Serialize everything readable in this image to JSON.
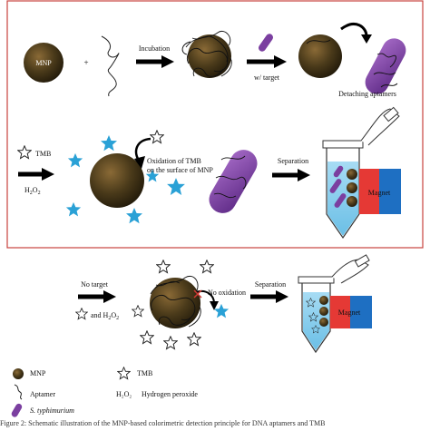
{
  "labels": {
    "mnp": "MNP",
    "plus": "+",
    "incubation": "Incubation",
    "with_target": "w/ target",
    "detaching_aptamers": "Detaching aptamers",
    "tmb": "TMB",
    "h2o2": "H",
    "h2o2_sub": "2",
    "h2o2_o": "O",
    "h2o2_sub2": "2",
    "oxidation_line1": "Oxidation of TMB",
    "oxidation_line2": "on the surface of MNP",
    "separation_top": "Separation",
    "magnet_top": "Magnet",
    "no_target": "No target",
    "and_h2o2": "and H",
    "and_h2o2_sub": "2",
    "and_h2o2_o": "O",
    "and_h2o2_sub2": "2",
    "no_oxidation": "No oxidation",
    "separation_bottom": "Separation",
    "magnet_bottom": "Magnet"
  },
  "legend": {
    "mnp": "MNP",
    "tmb": "TMB",
    "aptamer": "Aptamer",
    "h2o2_label": "H₂O₂",
    "h2o2_desc": "Hydrogen peroxide",
    "target": "S. typhimurium"
  },
  "caption": "Figure 2: Schematic illustration of the MNP-based colorimetric detection principle for DNA aptamers and TMB",
  "colors": {
    "mnp": "#4a3a1a",
    "tmb_oxidized": "#2aa1d6",
    "bacteria": "#7b3fa0",
    "frame": "#c8423e",
    "magnet_red": "#e53935",
    "magnet_blue": "#1e6fc2",
    "solution": "#8fd0ef"
  },
  "icons": [
    "mnp-icon",
    "aptamer-icon",
    "tmb-star-icon",
    "oxidized-tmb-star-icon",
    "bacteria-icon",
    "tube-icon",
    "magnet-icon",
    "arrow-icon"
  ]
}
